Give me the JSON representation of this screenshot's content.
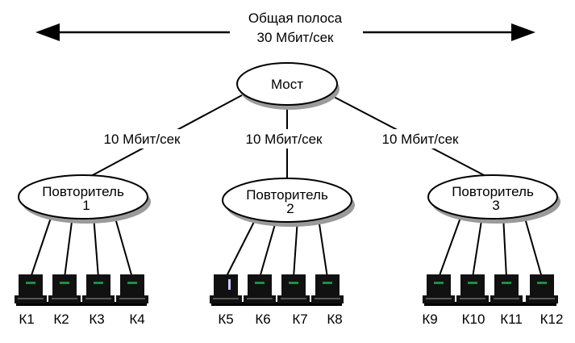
{
  "title": {
    "line1": "Общая полоса",
    "line2": "30 Мбит/сек"
  },
  "bridge": {
    "label": "Мост"
  },
  "links": [
    {
      "label": "10 Мбит/сек"
    },
    {
      "label": "10 Мбит/сек"
    },
    {
      "label": "10 Мбит/сек"
    }
  ],
  "repeaters": [
    {
      "line1": "Повторитель",
      "line2": "1",
      "computers": [
        "К1",
        "К2",
        "К3",
        "К4"
      ]
    },
    {
      "line1": "Повторитель",
      "line2": "2",
      "computers": [
        "К5",
        "К6",
        "К7",
        "К8"
      ]
    },
    {
      "line1": "Повторитель",
      "line2": "3",
      "computers": [
        "К9",
        "К10",
        "К11",
        "К12"
      ]
    }
  ],
  "icons": {
    "computer": "computer-icon",
    "arrow_left": "arrow-left-icon",
    "arrow_right": "arrow-right-icon"
  },
  "colors": {
    "line": "#000000",
    "ellipse_fill": "#ffffff",
    "ellipse_shadow": "#9a9a9a",
    "computer_body": "#111111",
    "computer_screen": "#1f8f3f",
    "computer_screen_alt": "#c9c9ff"
  }
}
